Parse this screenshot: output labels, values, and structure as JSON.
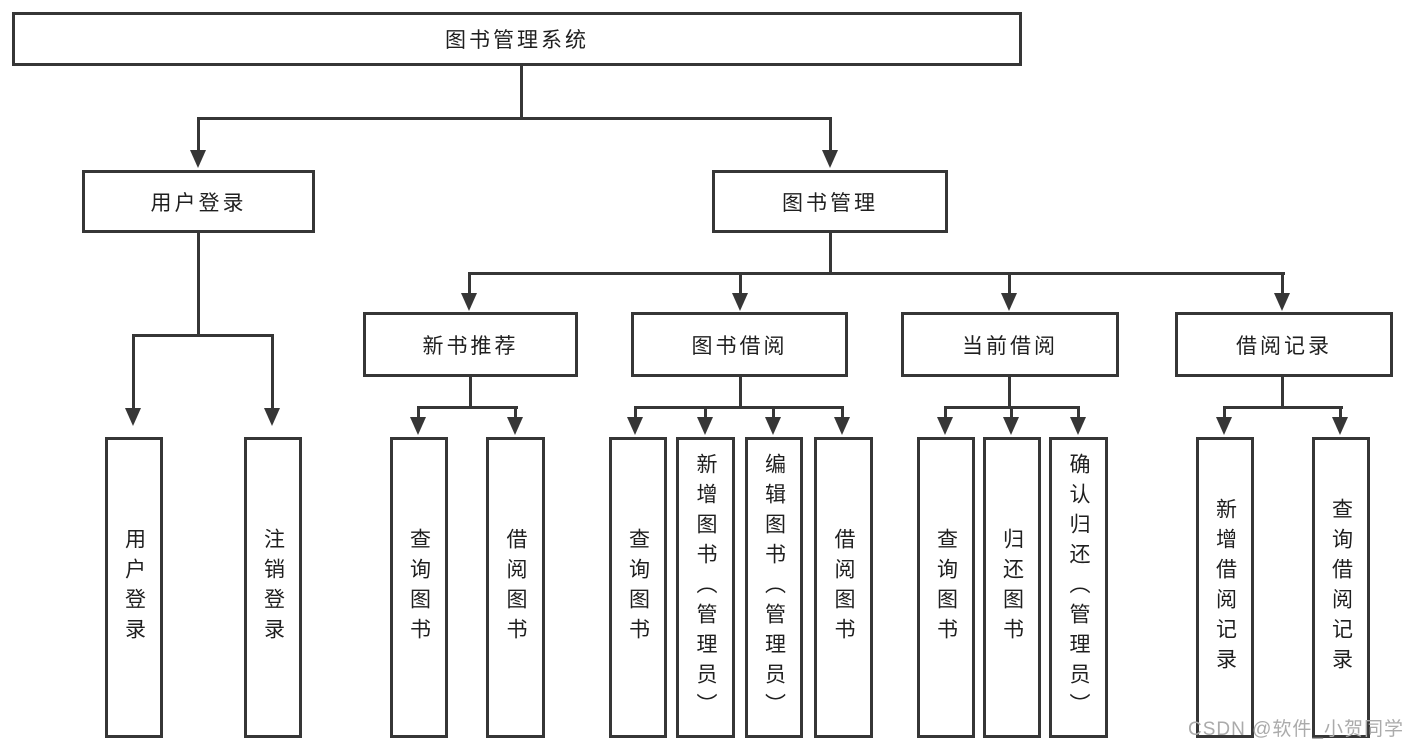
{
  "colors": {
    "line": "#363636",
    "node_border": "#363636",
    "node_text": "#1f1f1f",
    "background": "#ffffff",
    "watermark_text": "#ababab"
  },
  "diagram_type": "hierarchy-tree",
  "nodes": {
    "root": {
      "label": "图书管理系统"
    },
    "level2": [
      {
        "label": "用户登录"
      },
      {
        "label": "图书管理"
      }
    ],
    "level3": [
      {
        "label": "新书推荐"
      },
      {
        "label": "图书借阅"
      },
      {
        "label": "当前借阅"
      },
      {
        "label": "借阅记录"
      }
    ],
    "leaves": {
      "login": [
        {
          "label": "用户登录"
        },
        {
          "label": "注销登录"
        }
      ],
      "recommend": [
        {
          "label": "查询图书"
        },
        {
          "label": "借阅图书"
        }
      ],
      "borrow": [
        {
          "label": "查询图书"
        },
        {
          "label": "新增图书（管理员）"
        },
        {
          "label": "编辑图书（管理员）"
        },
        {
          "label": "借阅图书"
        }
      ],
      "current": [
        {
          "label": "查询图书"
        },
        {
          "label": "归还图书"
        },
        {
          "label": "确认归还（管理员）"
        }
      ],
      "records": [
        {
          "label": "新增借阅记录"
        },
        {
          "label": "查询借阅记录"
        }
      ]
    }
  },
  "watermark": {
    "text": "CSDN @软件_小贺同学"
  }
}
